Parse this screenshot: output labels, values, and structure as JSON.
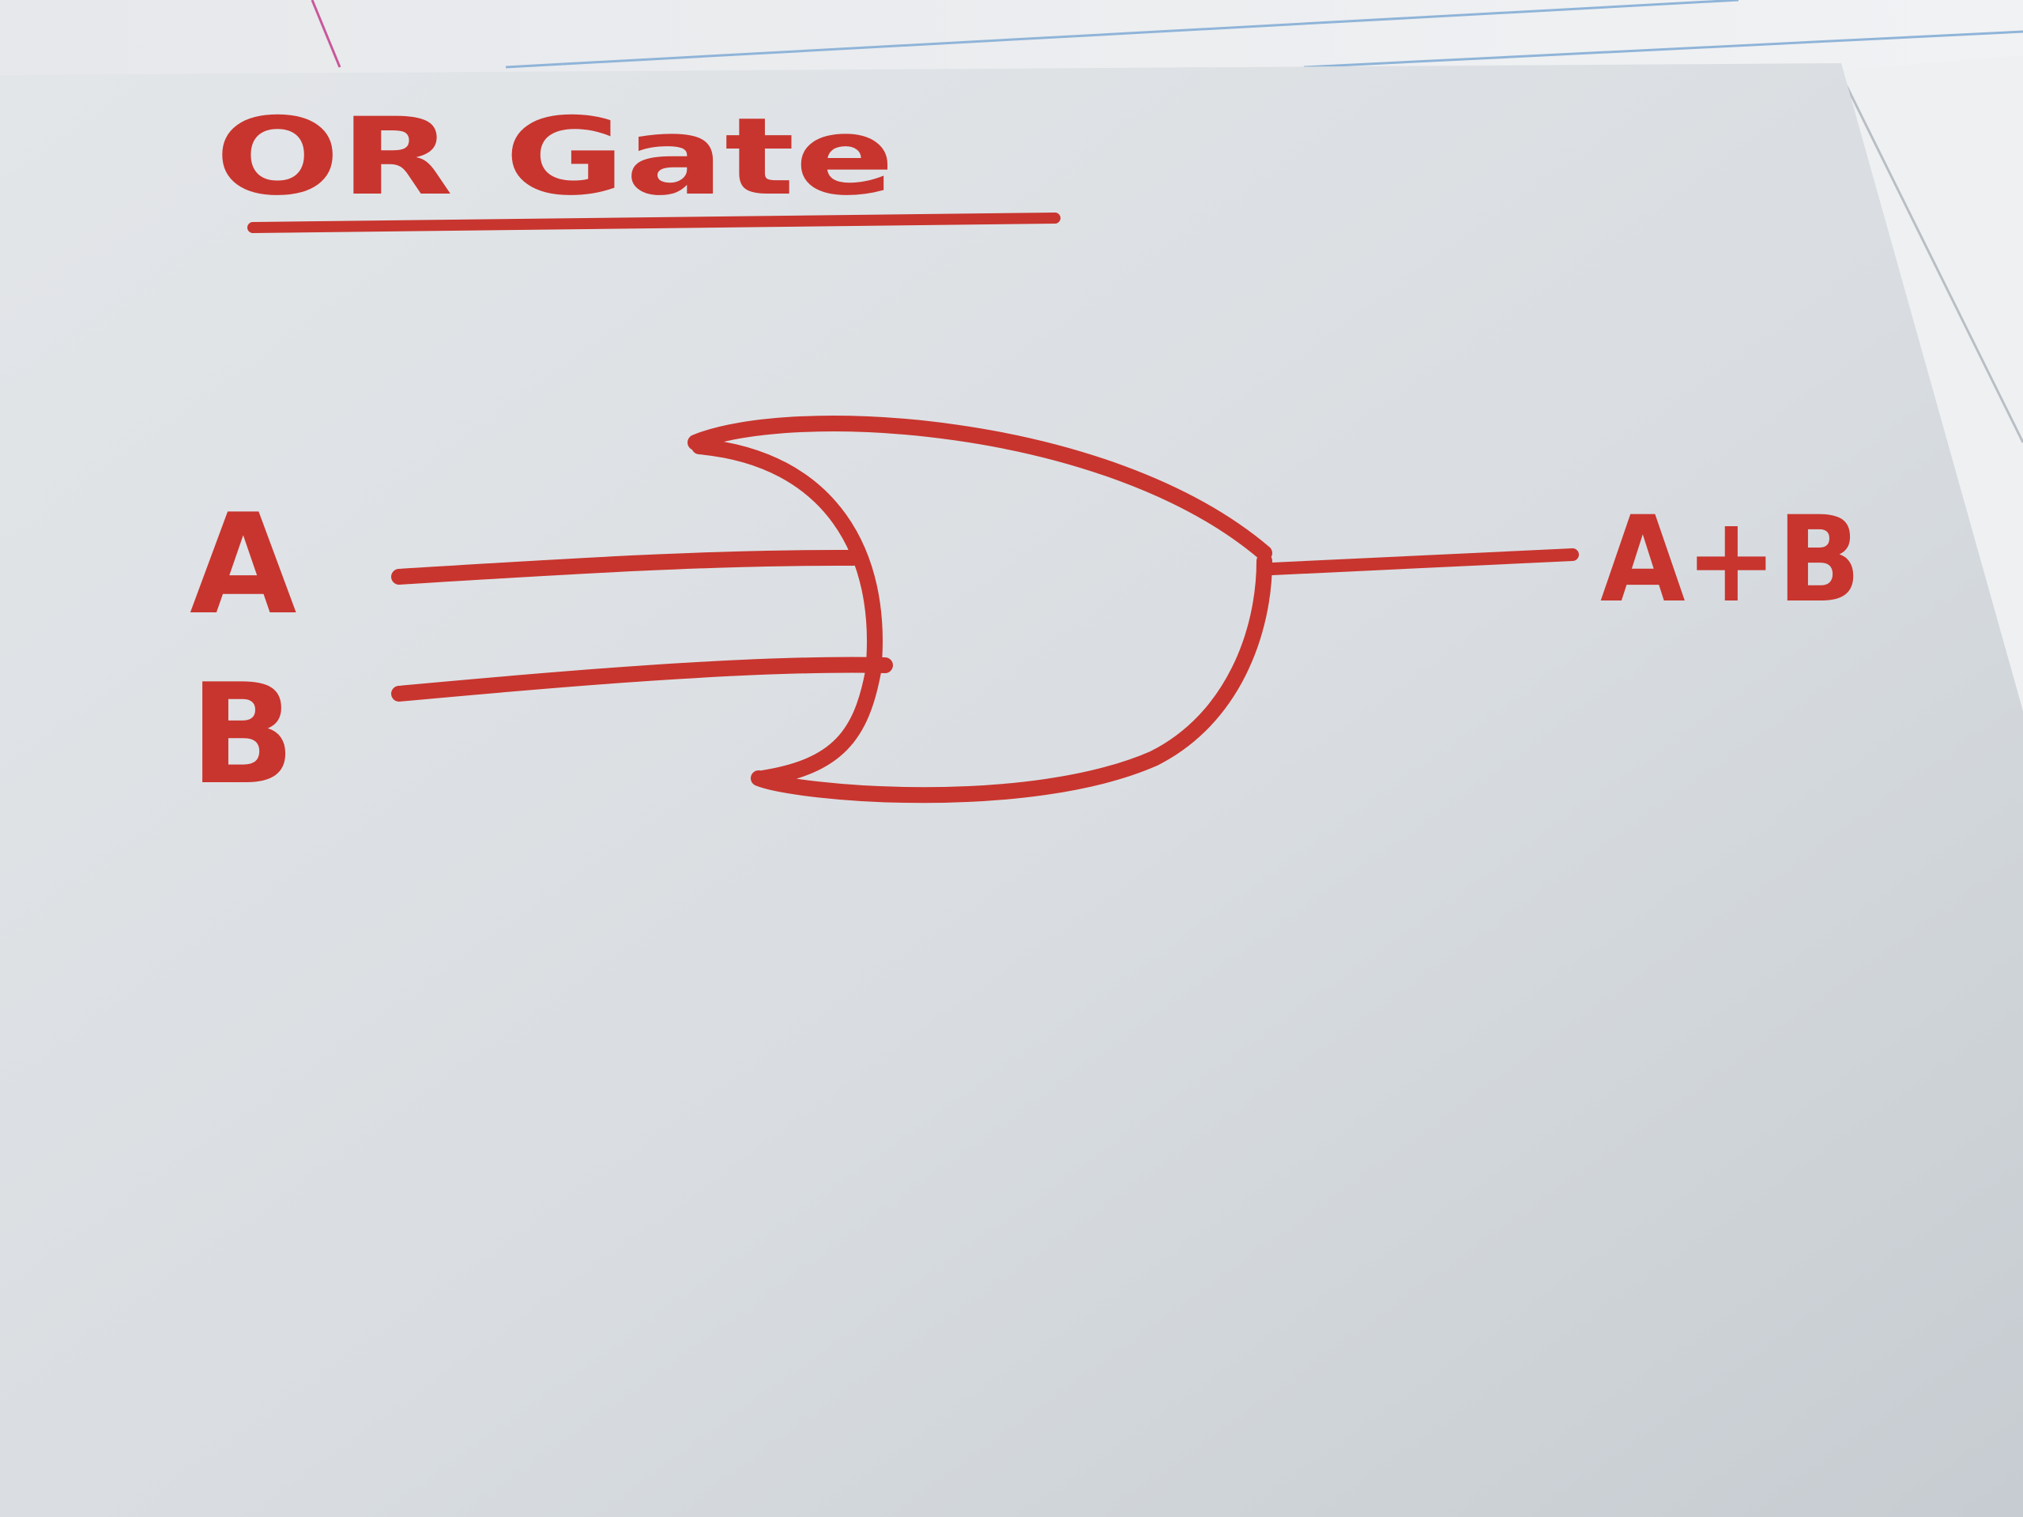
{
  "diagram": {
    "title": "OR Gate",
    "input_a": "A",
    "input_b": "B",
    "output": "A+B"
  },
  "colors": {
    "ink": "#c8352e",
    "paper": "#dfe3e6",
    "paper_shadow": "#c9ced3",
    "background_sheet": "#e9ebee",
    "ruled_line": "#8fb4d8",
    "margin_line": "#c9579a"
  }
}
